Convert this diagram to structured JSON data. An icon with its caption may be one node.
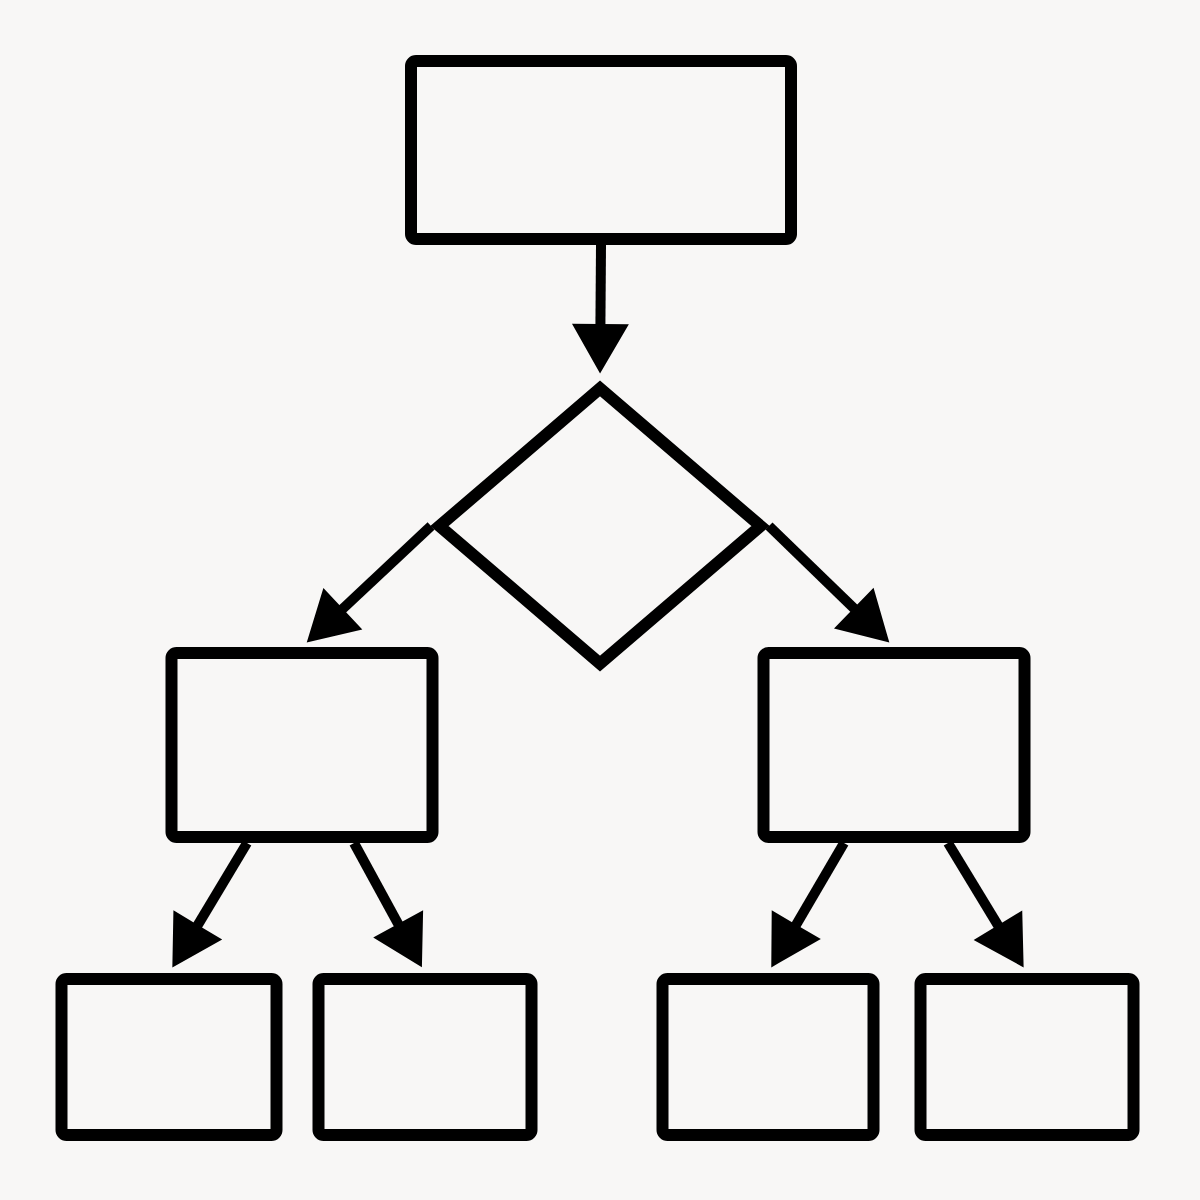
{
  "diagram": {
    "nodes": [
      {
        "text": [],
        "shape": "box"
      },
      {
        "text": [],
        "shape": "diamond"
      },
      {
        "text": [],
        "shape": "box"
      },
      {
        "text": [],
        "shape": "box"
      },
      {
        "text": [],
        "shape": "box"
      },
      {
        "text": [],
        "shape": "box"
      },
      {
        "text": [],
        "shape": "box"
      },
      {
        "text": [],
        "shape": "box"
      }
    ],
    "edges": [
      {
        "from": 0,
        "to": 1,
        "arrow": "to"
      },
      {
        "from": 1,
        "to": 2,
        "arrow": "to"
      },
      {
        "from": 1,
        "to": 3,
        "arrow": "to"
      },
      {
        "from": 2,
        "to": 4,
        "arrow": "to"
      },
      {
        "from": 2,
        "to": 5,
        "arrow": "to"
      },
      {
        "from": 3,
        "to": 6,
        "arrow": "to"
      },
      {
        "from": 3,
        "to": 7,
        "arrow": "to"
      }
    ]
  }
}
